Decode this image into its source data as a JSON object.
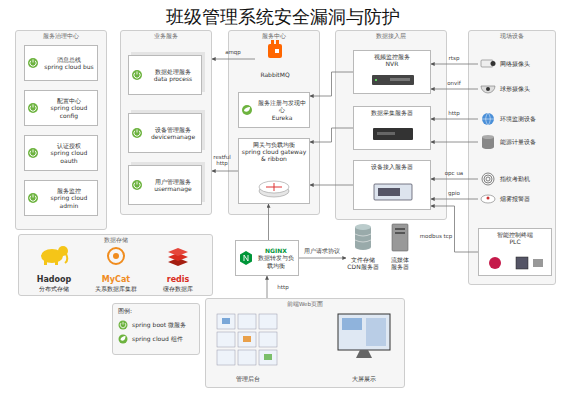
{
  "diagram": {
    "title": "班级管理系统安全漏洞与防护",
    "nodes": [
      {
        "text": [
          "服务治理中心"
        ]
      },
      {
        "text": [
          "消息总线",
          "spring cloud bus"
        ],
        "in": 0
      },
      {
        "text": [
          "配置中心",
          "spring cloud config"
        ],
        "in": 0
      },
      {
        "text": [
          "认证授权",
          "spring cloud oauth"
        ],
        "in": 0
      },
      {
        "text": [
          "服务监控",
          "spring cloud admin"
        ],
        "in": 0
      },
      {
        "text": [
          "业务服务"
        ]
      },
      {
        "text": [
          "数据处理服务",
          "data process"
        ],
        "in": 5
      },
      {
        "text": [
          "设备管理服务",
          "devicemanage"
        ],
        "in": 5
      },
      {
        "text": [
          "用户管理服务",
          "usermanage"
        ],
        "in": 5
      },
      {
        "text": [
          "服务中心"
        ]
      },
      {
        "text": [
          "RabbitMQ"
        ],
        "in": 9
      },
      {
        "text": [
          "服务注册与发现中心",
          "Eureka"
        ],
        "in": 9
      },
      {
        "text": [
          "网关与负载均衡",
          "spring cloud gateway & ribbon"
        ],
        "in": 9
      },
      {
        "text": [
          "数据接入层"
        ]
      },
      {
        "text": [
          "视频监控服务",
          "NVR"
        ],
        "in": 13
      },
      {
        "text": [
          "数据采集服务器"
        ],
        "in": 13
      },
      {
        "text": [
          "设备接入服务器"
        ],
        "in": 13
      },
      {
        "text": [
          "现场设备"
        ]
      },
      {
        "text": [
          "网络摄像头"
        ],
        "in": 17
      },
      {
        "text": [
          "球形摄像头"
        ],
        "in": 17
      },
      {
        "text": [
          "环境监测设备"
        ],
        "in": 17
      },
      {
        "text": [
          "能源计量设备"
        ],
        "in": 17
      },
      {
        "text": [
          "指纹考勤机"
        ],
        "in": 17
      },
      {
        "text": [
          "烟雾报警器"
        ],
        "in": 17
      },
      {
        "text": [
          "智能控制终端",
          "PLC"
        ],
        "in": 17
      },
      {
        "text": [
          "数据存储"
        ]
      },
      {
        "text": [
          "Hadoop",
          "分布式存储"
        ],
        "in": 25
      },
      {
        "text": [
          "MyCat",
          "关系数据库集群"
        ],
        "in": 25
      },
      {
        "text": [
          "redis",
          "缓存数据库"
        ],
        "in": 25
      },
      {
        "text": [
          "NGINX",
          "数据转发与负载均衡"
        ]
      },
      {
        "text": [
          "文件存储",
          "CDN服务器"
        ]
      },
      {
        "text": [
          "流媒体",
          "服务器"
        ]
      },
      {
        "text": [
          "前端Web页面"
        ]
      },
      {
        "text": [
          "管理后台"
        ],
        "in": 32
      },
      {
        "text": [
          "大屏展示"
        ],
        "in": 32
      }
    ],
    "edges": [
      {
        "from": 10,
        "to": 5,
        "label": "amqp",
        "arrow": "to"
      },
      {
        "from": 12,
        "to": 5,
        "label": "restful http",
        "arrow": "to"
      },
      {
        "from": 14,
        "to": 11,
        "arrow": "to"
      },
      {
        "from": 15,
        "to": 12,
        "arrow": "to"
      },
      {
        "from": 16,
        "to": 12,
        "arrow": "to"
      },
      {
        "from": 18,
        "to": 14,
        "label": "rtsp",
        "arrow": "to"
      },
      {
        "from": 19,
        "to": 14,
        "label": "onvif",
        "arrow": "to"
      },
      {
        "from": 20,
        "to": 15,
        "label": "http",
        "arrow": "to"
      },
      {
        "from": 21,
        "to": 15,
        "arrow": "to"
      },
      {
        "from": 22,
        "to": 16,
        "label": "opc ua",
        "arrow": "to"
      },
      {
        "from": 23,
        "to": 16,
        "label": "gpio",
        "arrow": "to"
      },
      {
        "from": 24,
        "to": 16,
        "label": "modbus tcp",
        "arrow": "to"
      },
      {
        "from": 29,
        "to": 12,
        "arrow": "to"
      },
      {
        "from": 32,
        "to": 29,
        "label": "http",
        "arrow": "to"
      },
      {
        "from": 29,
        "to": 30,
        "label": "用户请求协议",
        "arrow": "to"
      }
    ],
    "labels": [
      "图例:"
    ],
    "legend": [
      {
        "text": "spring boot 微服务"
      },
      {
        "text": "spring cloud 组件"
      }
    ]
  }
}
